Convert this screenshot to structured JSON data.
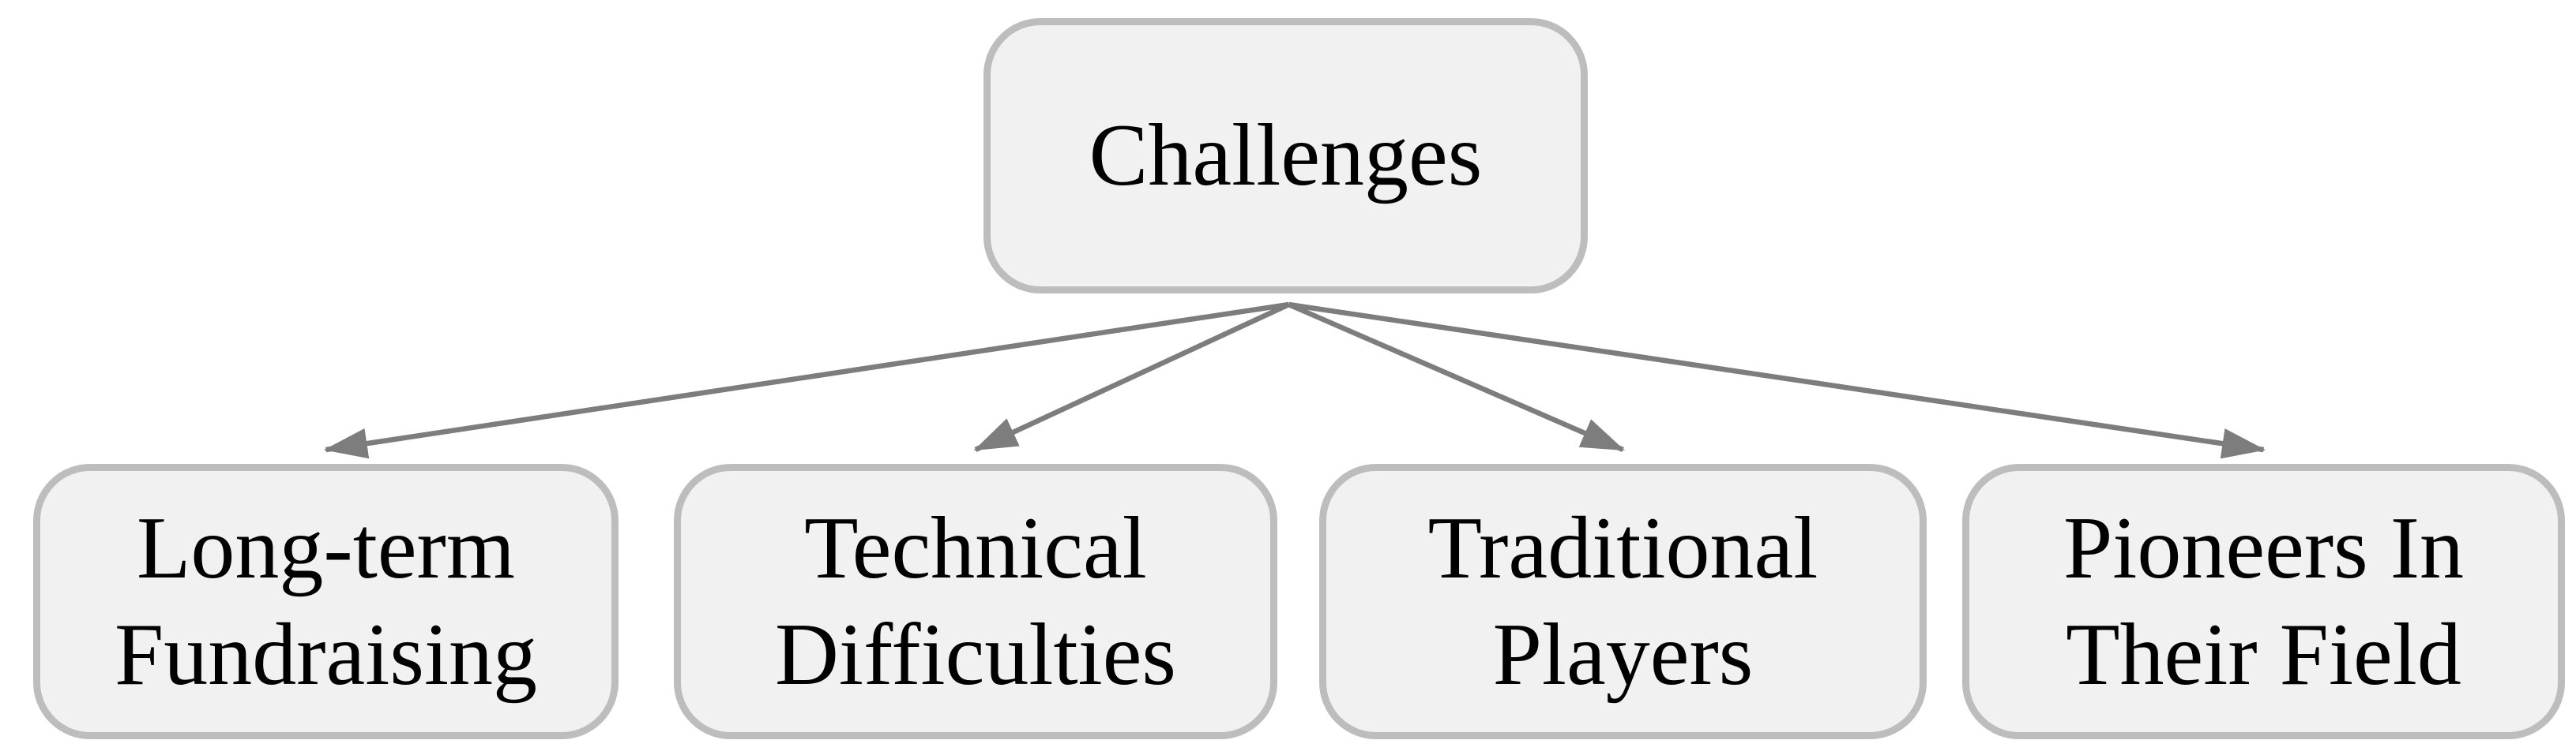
{
  "diagram": {
    "root": {
      "id": "challenges",
      "label": "Challenges"
    },
    "children": [
      {
        "id": "long-term-fundraising",
        "label": "Long-term Fundraising"
      },
      {
        "id": "technical-difficulties",
        "label": "Technical Difficulties"
      },
      {
        "id": "traditional-players",
        "label": "Traditional Players"
      },
      {
        "id": "pioneers-in-their-field",
        "label": "Pioneers In Their Field"
      }
    ],
    "edges": [
      {
        "from": "challenges",
        "to": "long-term-fundraising"
      },
      {
        "from": "challenges",
        "to": "technical-difficulties"
      },
      {
        "from": "challenges",
        "to": "traditional-players"
      },
      {
        "from": "challenges",
        "to": "pioneers-in-their-field"
      }
    ],
    "colors": {
      "node_fill": "#f1f1f1",
      "node_border": "#bdbdbd",
      "arrow": "#7d7d7d",
      "text": "#000000",
      "background": "#ffffff"
    }
  }
}
